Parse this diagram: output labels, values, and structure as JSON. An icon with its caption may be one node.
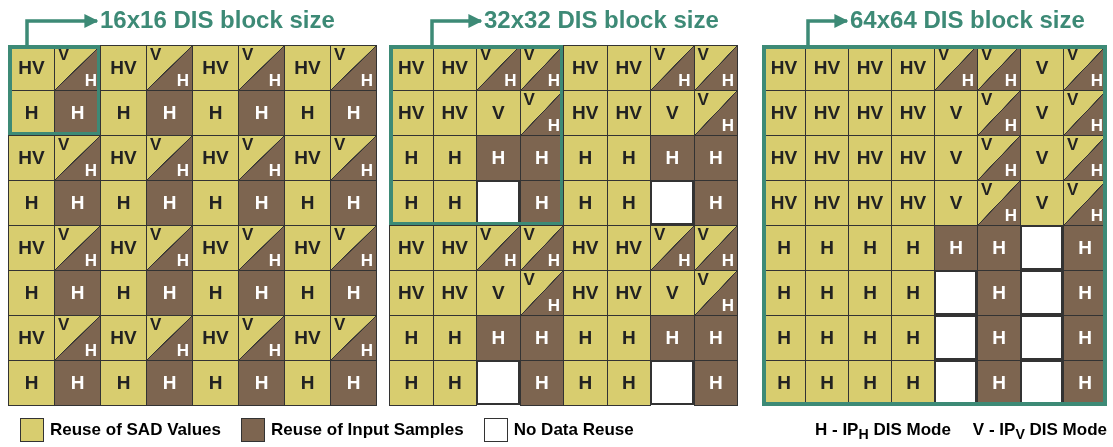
{
  "diagram": {
    "nodes": [
      {
        "text": [
          "16x16 DIS block size"
        ]
      },
      {
        "text": [],
        "shape": "box"
      },
      {
        "text": [
          "HV"
        ],
        "in": 1
      },
      {
        "text": [
          "V",
          "H"
        ],
        "in": 1
      },
      {
        "text": [
          "HV"
        ]
      },
      {
        "text": [
          "V",
          "H"
        ]
      },
      {
        "text": [
          "HV"
        ]
      },
      {
        "text": [
          "V",
          "H"
        ]
      },
      {
        "text": [
          "HV"
        ]
      },
      {
        "text": [
          "V",
          "H"
        ]
      },
      {
        "text": [
          "H"
        ],
        "in": 1
      },
      {
        "text": [
          "H"
        ],
        "in": 1
      },
      {
        "text": [
          "H"
        ]
      },
      {
        "text": [
          "H"
        ]
      },
      {
        "text": [
          "H"
        ]
      },
      {
        "text": [
          "H"
        ]
      },
      {
        "text": [
          "H"
        ]
      },
      {
        "text": [
          "H"
        ]
      },
      {
        "text": [
          "HV"
        ]
      },
      {
        "text": [
          "V",
          "H"
        ]
      },
      {
        "text": [
          "HV"
        ]
      },
      {
        "text": [
          "V",
          "H"
        ]
      },
      {
        "text": [
          "HV"
        ]
      },
      {
        "text": [
          "V",
          "H"
        ]
      },
      {
        "text": [
          "HV"
        ]
      },
      {
        "text": [
          "V",
          "H"
        ]
      },
      {
        "text": [
          "H"
        ]
      },
      {
        "text": [
          "H"
        ]
      },
      {
        "text": [
          "H"
        ]
      },
      {
        "text": [
          "H"
        ]
      },
      {
        "text": [
          "H"
        ]
      },
      {
        "text": [
          "H"
        ]
      },
      {
        "text": [
          "H"
        ]
      },
      {
        "text": [
          "H"
        ]
      },
      {
        "text": [
          "HV"
        ]
      },
      {
        "text": [
          "V",
          "H"
        ]
      },
      {
        "text": [
          "HV"
        ]
      },
      {
        "text": [
          "V",
          "H"
        ]
      },
      {
        "text": [
          "HV"
        ]
      },
      {
        "text": [
          "V",
          "H"
        ]
      },
      {
        "text": [
          "HV"
        ]
      },
      {
        "text": [
          "V",
          "H"
        ]
      },
      {
        "text": [
          "H"
        ]
      },
      {
        "text": [
          "H"
        ]
      },
      {
        "text": [
          "H"
        ]
      },
      {
        "text": [
          "H"
        ]
      },
      {
        "text": [
          "H"
        ]
      },
      {
        "text": [
          "H"
        ]
      },
      {
        "text": [
          "H"
        ]
      },
      {
        "text": [
          "H"
        ]
      },
      {
        "text": [
          "HV"
        ]
      },
      {
        "text": [
          "V",
          "H"
        ]
      },
      {
        "text": [
          "HV"
        ]
      },
      {
        "text": [
          "V",
          "H"
        ]
      },
      {
        "text": [
          "HV"
        ]
      },
      {
        "text": [
          "V",
          "H"
        ]
      },
      {
        "text": [
          "HV"
        ]
      },
      {
        "text": [
          "V",
          "H"
        ]
      },
      {
        "text": [
          "H"
        ]
      },
      {
        "text": [
          "H"
        ]
      },
      {
        "text": [
          "H"
        ]
      },
      {
        "text": [
          "H"
        ]
      },
      {
        "text": [
          "H"
        ]
      },
      {
        "text": [
          "H"
        ]
      },
      {
        "text": [
          "H"
        ]
      },
      {
        "text": [
          "H"
        ]
      },
      {
        "text": [
          "32x32 DIS block size"
        ]
      },
      {
        "text": [],
        "shape": "box"
      },
      {
        "text": [
          "HV"
        ],
        "in": 67
      },
      {
        "text": [
          "HV"
        ],
        "in": 67
      },
      {
        "text": [
          "V",
          "H"
        ],
        "in": 67
      },
      {
        "text": [
          "V",
          "H"
        ],
        "in": 67
      },
      {
        "text": [
          "HV"
        ]
      },
      {
        "text": [
          "HV"
        ]
      },
      {
        "text": [
          "V",
          "H"
        ]
      },
      {
        "text": [
          "V",
          "H"
        ]
      },
      {
        "text": [
          "HV"
        ],
        "in": 67
      },
      {
        "text": [
          "HV"
        ],
        "in": 67
      },
      {
        "text": [
          "V"
        ],
        "in": 67
      },
      {
        "text": [
          "V",
          "H"
        ],
        "in": 67
      },
      {
        "text": [
          "HV"
        ]
      },
      {
        "text": [
          "HV"
        ]
      },
      {
        "text": [
          "V"
        ]
      },
      {
        "text": [
          "V",
          "H"
        ]
      },
      {
        "text": [
          "H"
        ],
        "in": 67
      },
      {
        "text": [
          "H"
        ],
        "in": 67
      },
      {
        "text": [
          "H"
        ],
        "in": 67
      },
      {
        "text": [
          "H"
        ],
        "in": 67
      },
      {
        "text": [
          "H"
        ]
      },
      {
        "text": [
          "H"
        ]
      },
      {
        "text": [
          "H"
        ]
      },
      {
        "text": [
          "H"
        ]
      },
      {
        "text": [
          "H"
        ],
        "in": 67
      },
      {
        "text": [
          "H"
        ],
        "in": 67
      },
      {
        "text": [],
        "shape": "box",
        "in": 67
      },
      {
        "text": [
          "H"
        ],
        "in": 67
      },
      {
        "text": [
          "H"
        ]
      },
      {
        "text": [
          "H"
        ]
      },
      {
        "text": [],
        "shape": "box"
      },
      {
        "text": [
          "H"
        ]
      },
      {
        "text": [
          "HV"
        ]
      },
      {
        "text": [
          "HV"
        ]
      },
      {
        "text": [
          "V",
          "H"
        ]
      },
      {
        "text": [
          "V",
          "H"
        ]
      },
      {
        "text": [
          "HV"
        ]
      },
      {
        "text": [
          "HV"
        ]
      },
      {
        "text": [
          "V",
          "H"
        ]
      },
      {
        "text": [
          "V",
          "H"
        ]
      },
      {
        "text": [
          "HV"
        ]
      },
      {
        "text": [
          "HV"
        ]
      },
      {
        "text": [
          "V"
        ]
      },
      {
        "text": [
          "V",
          "H"
        ]
      },
      {
        "text": [
          "HV"
        ]
      },
      {
        "text": [
          "HV"
        ]
      },
      {
        "text": [
          "V"
        ]
      },
      {
        "text": [
          "V",
          "H"
        ]
      },
      {
        "text": [
          "H"
        ]
      },
      {
        "text": [
          "H"
        ]
      },
      {
        "text": [
          "H"
        ]
      },
      {
        "text": [
          "H"
        ]
      },
      {
        "text": [
          "H"
        ]
      },
      {
        "text": [
          "H"
        ]
      },
      {
        "text": [
          "H"
        ]
      },
      {
        "text": [
          "H"
        ]
      },
      {
        "text": [
          "H"
        ]
      },
      {
        "text": [
          "H"
        ]
      },
      {
        "text": [],
        "shape": "box"
      },
      {
        "text": [
          "H"
        ]
      },
      {
        "text": [
          "H"
        ]
      },
      {
        "text": [
          "H"
        ]
      },
      {
        "text": [],
        "shape": "box"
      },
      {
        "text": [
          "H"
        ]
      },
      {
        "text": [
          "64x64 DIS block size"
        ]
      },
      {
        "text": [],
        "shape": "box"
      },
      {
        "text": [
          "HV"
        ],
        "in": 133
      },
      {
        "text": [
          "HV"
        ],
        "in": 133
      },
      {
        "text": [
          "HV"
        ],
        "in": 133
      },
      {
        "text": [
          "HV"
        ],
        "in": 133
      },
      {
        "text": [
          "V",
          "H"
        ],
        "in": 133
      },
      {
        "text": [
          "V",
          "H"
        ],
        "in": 133
      },
      {
        "text": [
          "V"
        ],
        "in": 133
      },
      {
        "text": [
          "V",
          "H"
        ],
        "in": 133
      },
      {
        "text": [
          "HV"
        ],
        "in": 133
      },
      {
        "text": [
          "HV"
        ],
        "in": 133
      },
      {
        "text": [
          "HV"
        ],
        "in": 133
      },
      {
        "text": [
          "HV"
        ],
        "in": 133
      },
      {
        "text": [
          "V"
        ],
        "in": 133
      },
      {
        "text": [
          "V",
          "H"
        ],
        "in": 133
      },
      {
        "text": [
          "V"
        ],
        "in": 133
      },
      {
        "text": [
          "V",
          "H"
        ],
        "in": 133
      },
      {
        "text": [
          "HV"
        ],
        "in": 133
      },
      {
        "text": [
          "HV"
        ],
        "in": 133
      },
      {
        "text": [
          "HV"
        ],
        "in": 133
      },
      {
        "text": [
          "HV"
        ],
        "in": 133
      },
      {
        "text": [
          "V"
        ],
        "in": 133
      },
      {
        "text": [
          "V",
          "H"
        ],
        "in": 133
      },
      {
        "text": [
          "V"
        ],
        "in": 133
      },
      {
        "text": [
          "V",
          "H"
        ],
        "in": 133
      },
      {
        "text": [
          "HV"
        ],
        "in": 133
      },
      {
        "text": [
          "HV"
        ],
        "in": 133
      },
      {
        "text": [
          "HV"
        ],
        "in": 133
      },
      {
        "text": [
          "HV"
        ],
        "in": 133
      },
      {
        "text": [
          "V"
        ],
        "in": 133
      },
      {
        "text": [
          "V",
          "H"
        ],
        "in": 133
      },
      {
        "text": [
          "V"
        ],
        "in": 133
      },
      {
        "text": [
          "V",
          "H"
        ],
        "in": 133
      },
      {
        "text": [
          "H"
        ],
        "in": 133
      },
      {
        "text": [
          "H"
        ],
        "in": 133
      },
      {
        "text": [
          "H"
        ],
        "in": 133
      },
      {
        "text": [
          "H"
        ],
        "in": 133
      },
      {
        "text": [
          "H"
        ],
        "in": 133
      },
      {
        "text": [
          "H"
        ],
        "in": 133
      },
      {
        "text": [],
        "shape": "box",
        "in": 133
      },
      {
        "text": [
          "H"
        ],
        "in": 133
      },
      {
        "text": [
          "H"
        ],
        "in": 133
      },
      {
        "text": [
          "H"
        ],
        "in": 133
      },
      {
        "text": [
          "H"
        ],
        "in": 133
      },
      {
        "text": [
          "H"
        ],
        "in": 133
      },
      {
        "text": [],
        "shape": "box",
        "in": 133
      },
      {
        "text": [
          "H"
        ],
        "in": 133
      },
      {
        "text": [],
        "shape": "box",
        "in": 133
      },
      {
        "text": [
          "H"
        ],
        "in": 133
      },
      {
        "text": [
          "H"
        ],
        "in": 133
      },
      {
        "text": [
          "H"
        ],
        "in": 133
      },
      {
        "text": [
          "H"
        ],
        "in": 133
      },
      {
        "text": [
          "H"
        ],
        "in": 133
      },
      {
        "text": [],
        "shape": "box",
        "in": 133
      },
      {
        "text": [
          "H"
        ],
        "in": 133
      },
      {
        "text": [],
        "shape": "box",
        "in": 133
      },
      {
        "text": [
          "H"
        ],
        "in": 133
      },
      {
        "text": [
          "H"
        ],
        "in": 133
      },
      {
        "text": [
          "H"
        ],
        "in": 133
      },
      {
        "text": [
          "H"
        ],
        "in": 133
      },
      {
        "text": [
          "H"
        ],
        "in": 133
      },
      {
        "text": [],
        "shape": "box",
        "in": 133
      },
      {
        "text": [
          "H"
        ],
        "in": 133
      },
      {
        "text": [],
        "shape": "box",
        "in": 133
      },
      {
        "text": [
          "H"
        ],
        "in": 133
      }
    ],
    "edges": [
      {
        "from": 1,
        "to": 0,
        "arrow": "to"
      },
      {
        "from": 67,
        "to": 66,
        "arrow": "to"
      },
      {
        "from": 133,
        "to": 132,
        "arrow": "to"
      }
    ],
    "labels": [
      "H - IP$_{H}$ DIS Mode",
      "V - IP$_{V}$ DIS Mode"
    ],
    "legend": [
      {
        "text": "Reuse of SAD Values",
        "color": "#d8cd6f"
      },
      {
        "text": "Reuse of Input Samples",
        "color": "#7d6550"
      },
      {
        "text": "No Data Reuse",
        "color": "#ffffff"
      }
    ]
  }
}
